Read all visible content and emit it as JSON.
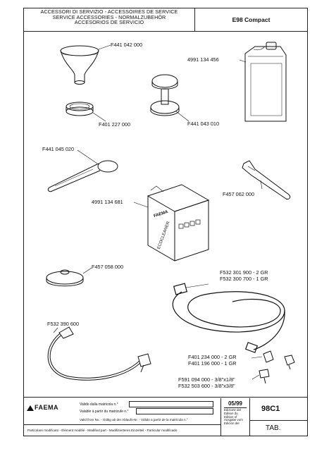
{
  "header": {
    "title_lines": [
      "ACCESSORI DI SERVIZIO -  ACCESSOIRES DE SERVICE",
      "SERVICE ACCESSORIES -  NORMALZUBEHÖR",
      "ACCESORIOS DE SERVICIO"
    ],
    "model": "E98 Compact"
  },
  "parts": {
    "funnel": "F441 042 000",
    "ring": "F401 227 000",
    "canister": "4991 134 456",
    "tamper": "F441 043 010",
    "spoon": "F441 045 020",
    "wrench": "F457 062 000",
    "cleaner": "4991 134 681",
    "blind_filter": "F457 058 000",
    "hose_a": "F532 301 900 - 2 GR",
    "hose_b": "F532 300 700 - 1 GR",
    "spiral_hose": "F532 390 600",
    "fitting_a": "F401 234 000 - 2 GR",
    "fitting_b": "F401 196 000 - 1 GR",
    "adapter_a": "F591 094 000 - 3/8\"x1/8\"",
    "adapter_b": "F532 503 600 - 3/8\"x3/8\""
  },
  "box_text": {
    "brand": "FAEMA",
    "product": "ECOCLEANER"
  },
  "footer": {
    "brand": "FAEMA",
    "valid_line_1": "Valido dalla matricola n.°",
    "valid_line_2": "Valable à partir du matricule n.°",
    "valid_line_3": "Valid from No. - Gültig ab der Ablaufs-Nr. - Válido a partir de la matrícula n.°",
    "modified_line": "Particolare modificato - Élément modifié - Modified part - Modifizierteres Einzelteil - Particular modificado",
    "date": "05/99",
    "edition_lines": [
      "Edizione del",
      "Edition du",
      "Edition of",
      "Ausgabe vom",
      "Edición del"
    ],
    "tab_code": "98C1",
    "tab_label": "TAB."
  }
}
